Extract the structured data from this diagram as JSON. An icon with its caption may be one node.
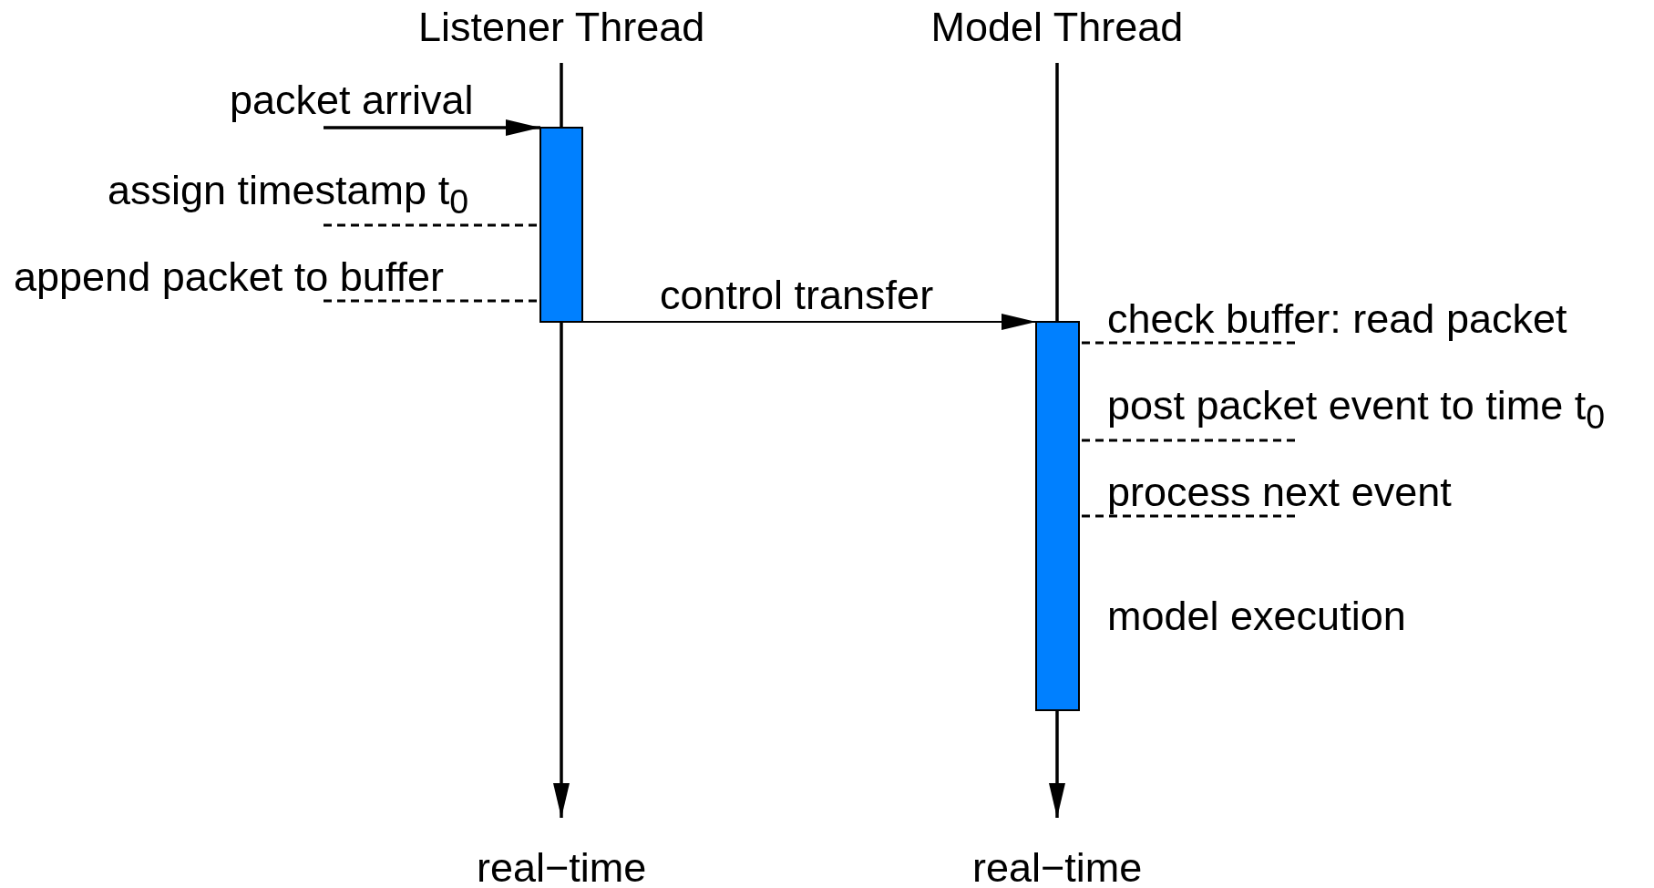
{
  "diagram": {
    "nodes": [
      {
        "text": [],
        "shape": "bar"
      },
      {
        "text": [],
        "shape": "bar",
        "beside": [
          "model execution"
        ]
      },
      {
        "text": [
          "assign timestamp t$_{0}$"
        ]
      },
      {
        "text": [
          "append packet to buffer"
        ]
      },
      {
        "text": [
          "check buffer: read packet"
        ]
      },
      {
        "text": [
          "post packet event to time t$_{0}$"
        ]
      },
      {
        "text": [
          "process next event"
        ]
      }
    ],
    "edges": [
      {
        "from": null,
        "to": 0,
        "arrow": "to",
        "label": "packet arrival"
      },
      {
        "from": 2,
        "to": 0,
        "arrow": "none",
        "style": "dashed"
      },
      {
        "from": 3,
        "to": 0,
        "arrow": "none",
        "style": "dashed"
      },
      {
        "from": 0,
        "to": 1,
        "arrow": "to",
        "label": "control transfer"
      },
      {
        "from": 4,
        "to": 1,
        "arrow": "none",
        "style": "dashed"
      },
      {
        "from": 5,
        "to": 1,
        "arrow": "none",
        "style": "dashed"
      },
      {
        "from": 6,
        "to": 1,
        "arrow": "none",
        "style": "dashed"
      }
    ],
    "labels": [
      "Listener Thread",
      "Model Thread",
      "real−time",
      "real−time"
    ]
  }
}
